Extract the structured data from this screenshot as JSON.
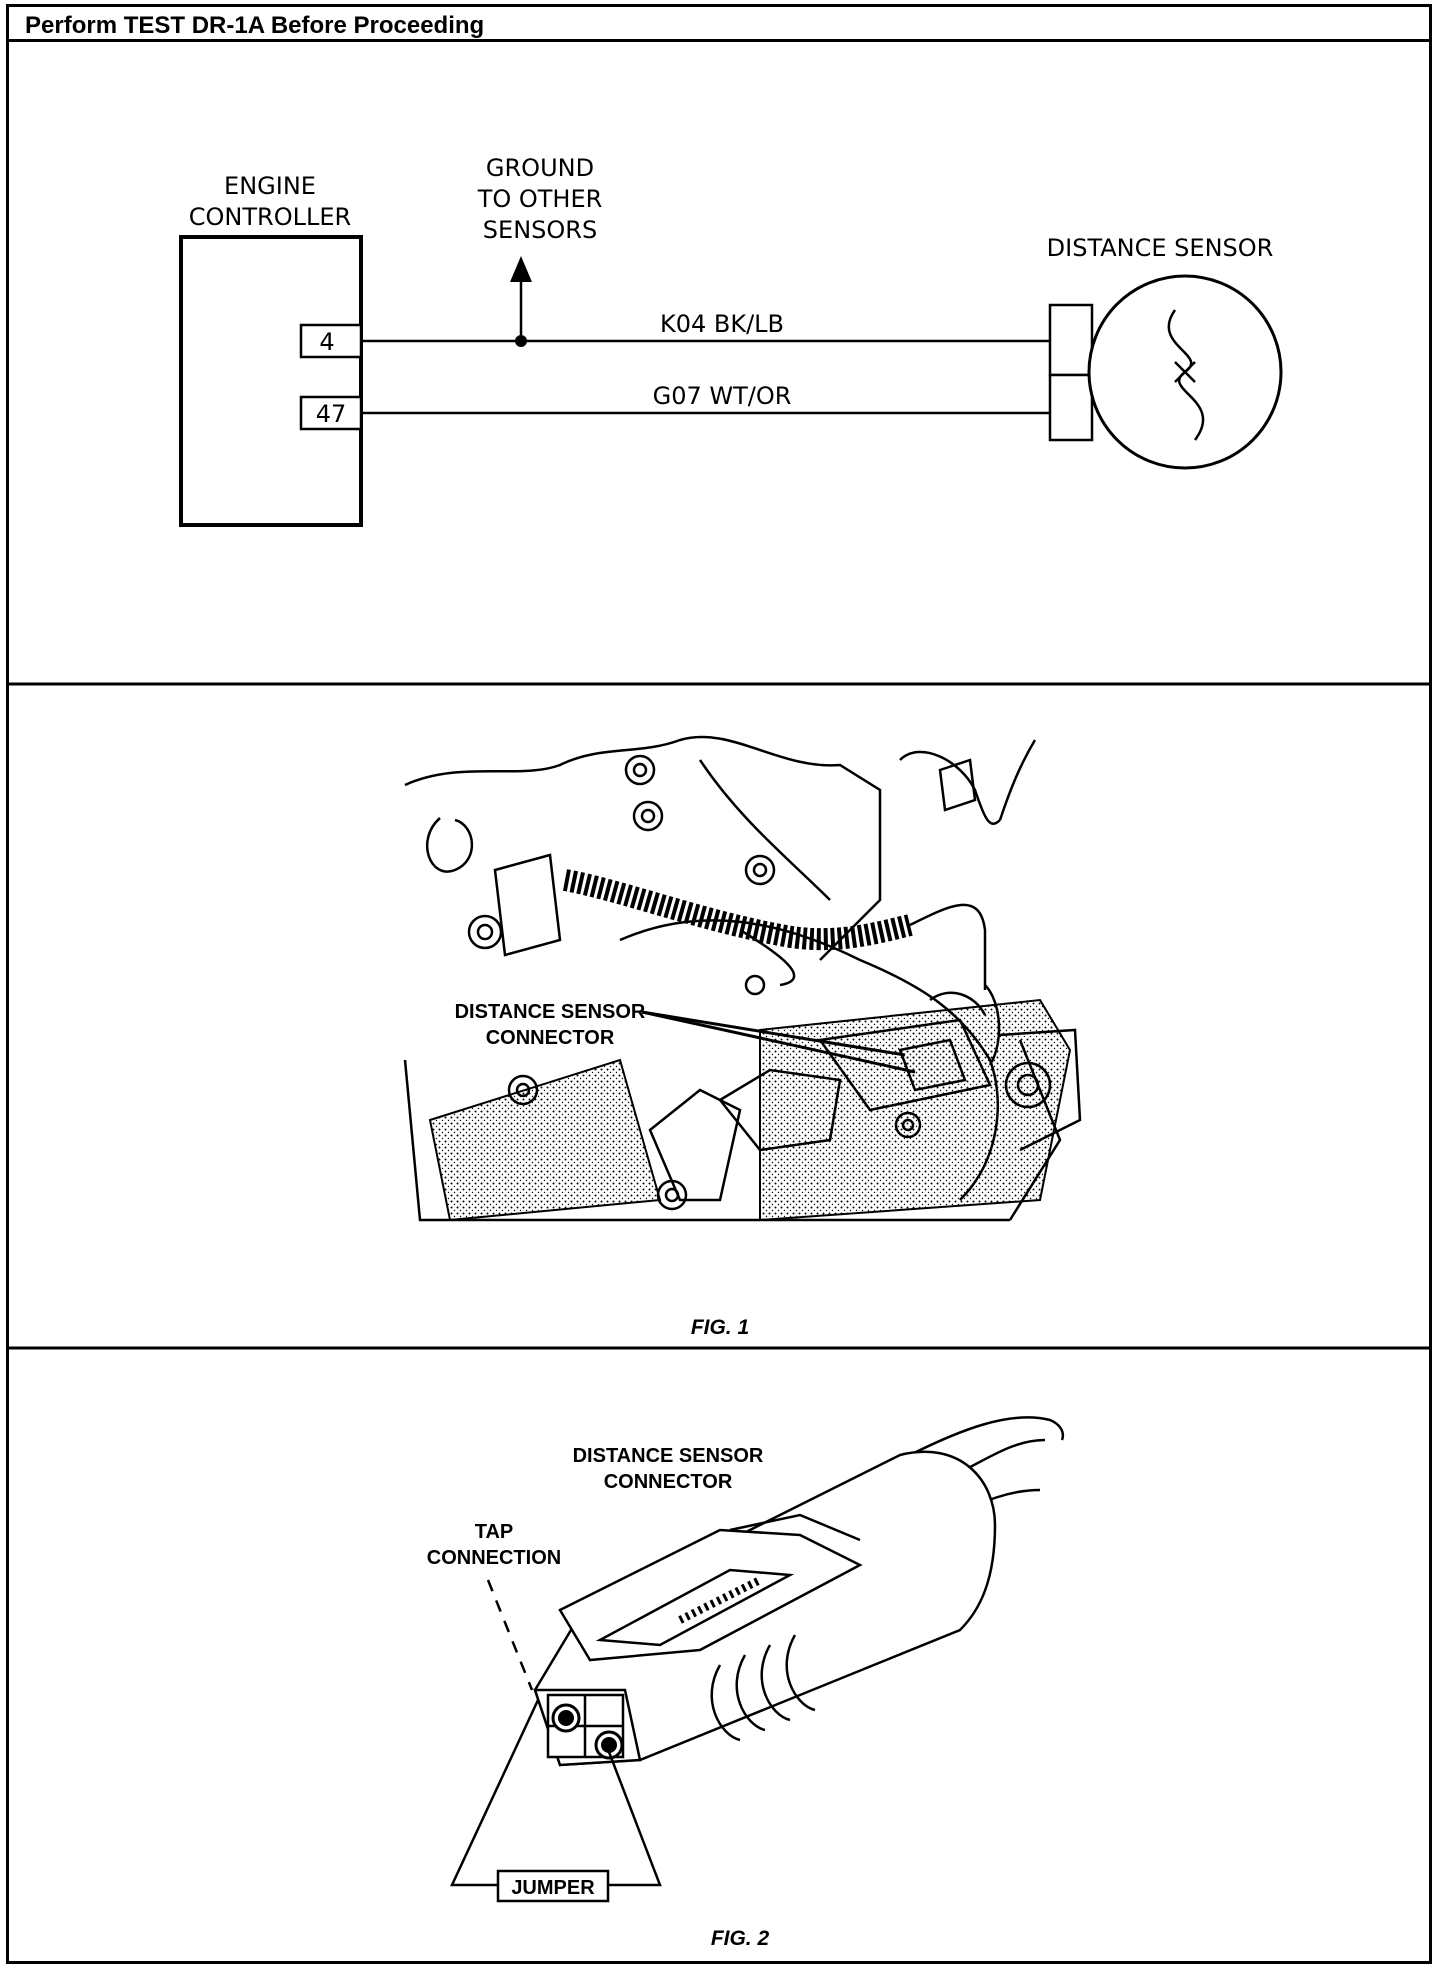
{
  "header": {
    "title": "Perform TEST DR-1A Before Proceeding"
  },
  "schematic": {
    "controller_line1": "ENGINE",
    "controller_line2": "CONTROLLER",
    "ground_line1": "GROUND",
    "ground_line2": "TO OTHER",
    "ground_line3": "SENSORS",
    "sensor_label": "DISTANCE SENSOR",
    "pin_a": "4",
    "pin_b": "47",
    "wire_a": "K04 BK/LB",
    "wire_b": "G07 WT/OR"
  },
  "figure1": {
    "callout_line1": "DISTANCE SENSOR",
    "callout_line2": "CONNECTOR",
    "caption": "FIG. 1"
  },
  "figure2": {
    "connector_line1": "DISTANCE SENSOR",
    "connector_line2": "CONNECTOR",
    "tap_line1": "TAP",
    "tap_line2": "CONNECTION",
    "jumper_label": "JUMPER",
    "caption": "FIG. 2"
  }
}
